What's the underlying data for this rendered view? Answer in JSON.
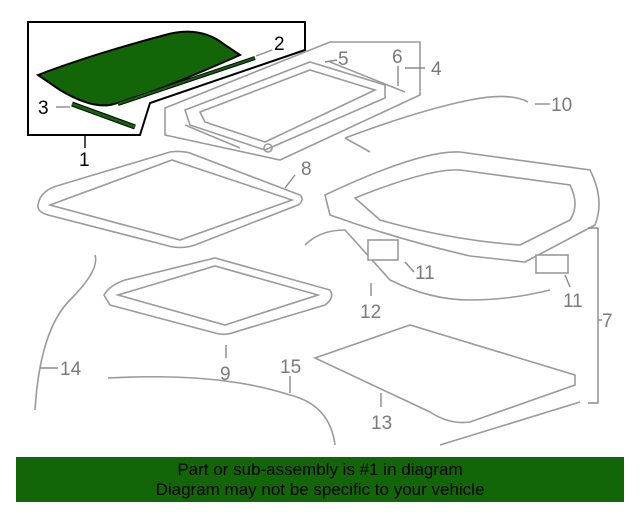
{
  "diagram": {
    "callouts": [
      "1",
      "2",
      "3",
      "4",
      "5",
      "6",
      "7",
      "8",
      "9",
      "10",
      "11",
      "11",
      "12",
      "13",
      "14",
      "15"
    ],
    "highlight_color": "#136608"
  },
  "banner": {
    "line1": "Part or sub-assembly is #1 in diagram",
    "line2": "Diagram may not be specific to your vehicle",
    "background": "#136608"
  }
}
